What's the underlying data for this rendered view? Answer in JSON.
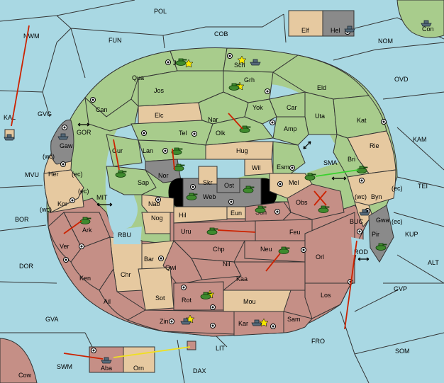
{
  "seas": {
    "pol": "POL",
    "fun": "FUN",
    "cob": "COB",
    "nwm": "NWM",
    "nom": "NOM",
    "ovd": "OVD",
    "gvg": "GVG",
    "kal": "KAL",
    "kam": "KAM",
    "gor": "GOR",
    "mvu": "MVU",
    "bor": "BOR",
    "mit": "MIT",
    "tei": "TEI",
    "sma": "SMA",
    "kup": "KUP",
    "buc": "BUC",
    "rbu": "RBU",
    "rod": "ROD",
    "dor": "DOR",
    "alt": "ALT",
    "gvp": "GVP",
    "gva": "GVA",
    "fro": "FRO",
    "som": "SOM",
    "lit": "LIT",
    "swm": "SWM",
    "dax": "DAX"
  },
  "land": {
    "elf": "Elf",
    "hel": "Hel",
    "con": "Con",
    "jad": "Jad",
    "sch": "Sch",
    "grh": "Grh",
    "qua": "Qua",
    "jos": "Jos",
    "can": "Can",
    "eld": "Eld",
    "yok": "Yok",
    "car": "Car",
    "uta": "Uta",
    "kat": "Kat",
    "elc": "Elc",
    "nar": "Nar",
    "olk": "Olk",
    "amp": "Amp",
    "tel": "Tel",
    "gur": "Gur",
    "lan": "Lan",
    "hug": "Hug",
    "rie": "Rie",
    "bri": "Bri",
    "gaw": "Gaw",
    "wil": "Wil",
    "esm": "Esm",
    "nor": "Nor",
    "skr": "Skr",
    "ost": "Ost",
    "sap": "Sap",
    "web": "Web",
    "mel": "Mel",
    "byn": "Byn",
    "her": "Her",
    "kor": "Kor",
    "nab": "Nab",
    "eun": "Eun",
    "hil": "Hil",
    "sun": "Sun",
    "obs": "Obs",
    "gwa": "Gwa",
    "ark": "Ark",
    "nog": "Nog",
    "uru": "Uru",
    "feu": "Feu",
    "pir": "Pir",
    "ver": "Ver",
    "chp": "Chp",
    "neu": "Neu",
    "orl": "Orl",
    "bar": "Bar",
    "qwi": "Qwi",
    "nil": "Nil",
    "ken": "Ken",
    "chr": "Chr",
    "kaa": "Kaa",
    "ail": "Ail",
    "sot": "Sot",
    "rot": "Rot",
    "los": "Los",
    "mou": "Mou",
    "zin": "Zin",
    "kar": "Kar",
    "sam": "Sam",
    "aba": "Aba",
    "orn": "Orn",
    "cow": "Cow"
  },
  "coasts": {
    "gaw_wc": "(wc)",
    "her_ec": "(ec)",
    "kor_ec": "(ec)",
    "kor_wc": "(wc)",
    "byn_wc": "(wc)",
    "byn_ec": "(ec)",
    "gwa_ec": "(ec)"
  },
  "colors": {
    "sea": "#a9d8e3",
    "green": "#a8cc8c",
    "tan": "#e6c9a0",
    "red": "#c58f86",
    "grey": "#8a8a8a",
    "order": "#cc2200"
  }
}
